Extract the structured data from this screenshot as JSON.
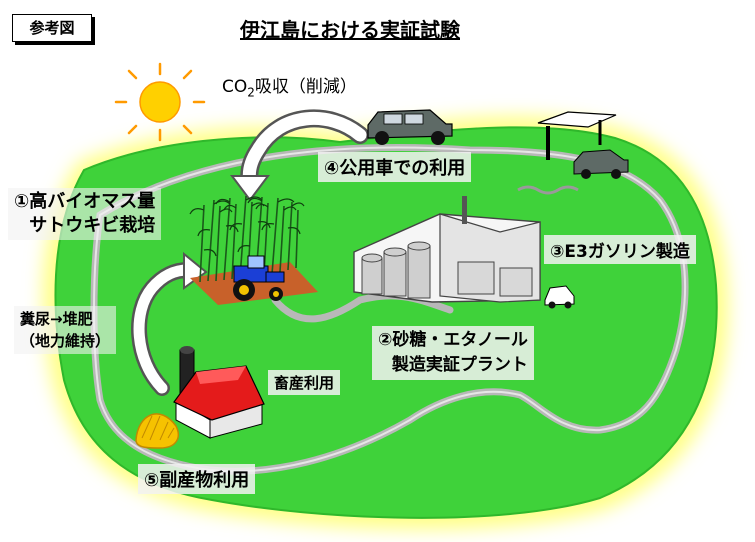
{
  "reference_tag": "参考図",
  "title": "伊江島における実証試験",
  "co2": {
    "prefix": "CO",
    "subscript": "2",
    "suffix": "吸収（削減）"
  },
  "steps": {
    "s1_line1": "①高バイオマス量",
    "s1_line2": "サトウキビ栽培",
    "s2_line1": "②砂糖・エタノール",
    "s2_line2": "製造実証プラント",
    "s3": "③E3ガソリン製造",
    "s4": "④公用車での利用",
    "s5": "⑤副産物利用"
  },
  "manure_line1": "糞尿→堆肥",
  "manure_line2": "（地力維持）",
  "livestock": "畜産利用",
  "colors": {
    "island": "#3fd23a",
    "glow": "#ffff88",
    "road": "#b8b8b8",
    "barn_roof": "#e41b1b",
    "sun": "#ffd000",
    "tractor": "#1b3fd6",
    "label_bg": "#f2f2f2"
  }
}
